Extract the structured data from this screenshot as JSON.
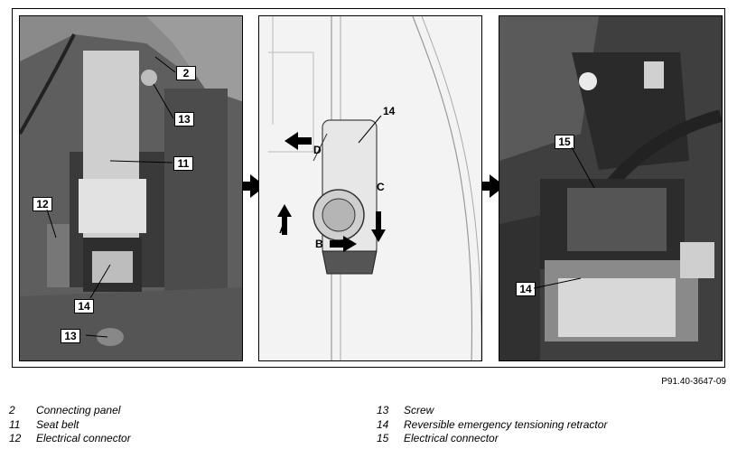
{
  "figure_code": "P91.40-3647-09",
  "panel1": {
    "callouts": [
      "2",
      "13",
      "11",
      "12",
      "14",
      "13"
    ]
  },
  "panel2": {
    "callouts": [
      "14"
    ],
    "arrows": [
      "D",
      "A",
      "C",
      "B"
    ]
  },
  "panel3": {
    "callouts": [
      "15",
      "14"
    ]
  },
  "legend": [
    {
      "num": "2",
      "text": "Connecting panel"
    },
    {
      "num": "11",
      "text": "Seat belt"
    },
    {
      "num": "12",
      "text": "Electrical connector"
    },
    {
      "num": "13",
      "text": "Screw"
    },
    {
      "num": "14",
      "text": "Reversible emergency tensioning retractor"
    },
    {
      "num": "15",
      "text": "Electrical connector"
    }
  ]
}
